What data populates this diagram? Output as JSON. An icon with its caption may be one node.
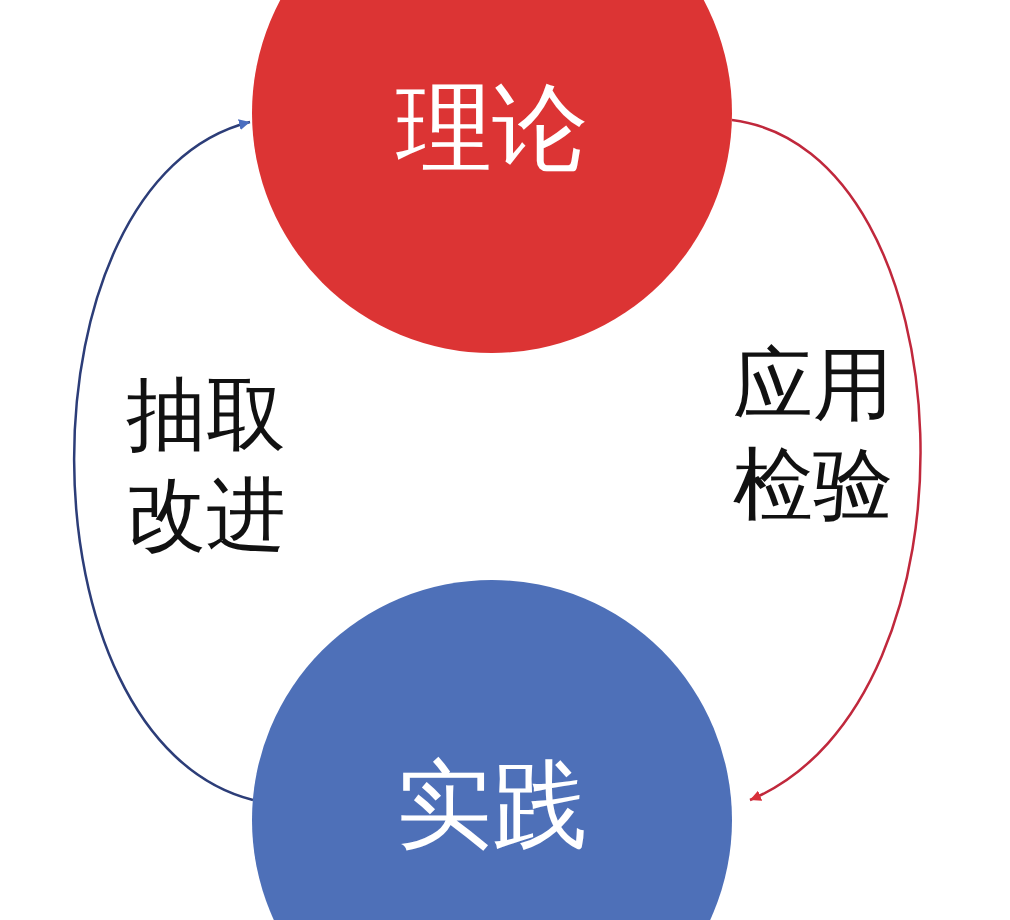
{
  "diagram": {
    "nodes": [
      {
        "text": [
          "理论"
        ]
      },
      {
        "text": [
          "实践"
        ]
      }
    ],
    "edges": [
      {
        "from": 0,
        "to": 1,
        "arrow": "to",
        "label": "应用检验",
        "color": "#c0283c"
      },
      {
        "from": 1,
        "to": 0,
        "arrow": "to",
        "label": "抽取改进",
        "color": "#2c3d78"
      }
    ]
  }
}
